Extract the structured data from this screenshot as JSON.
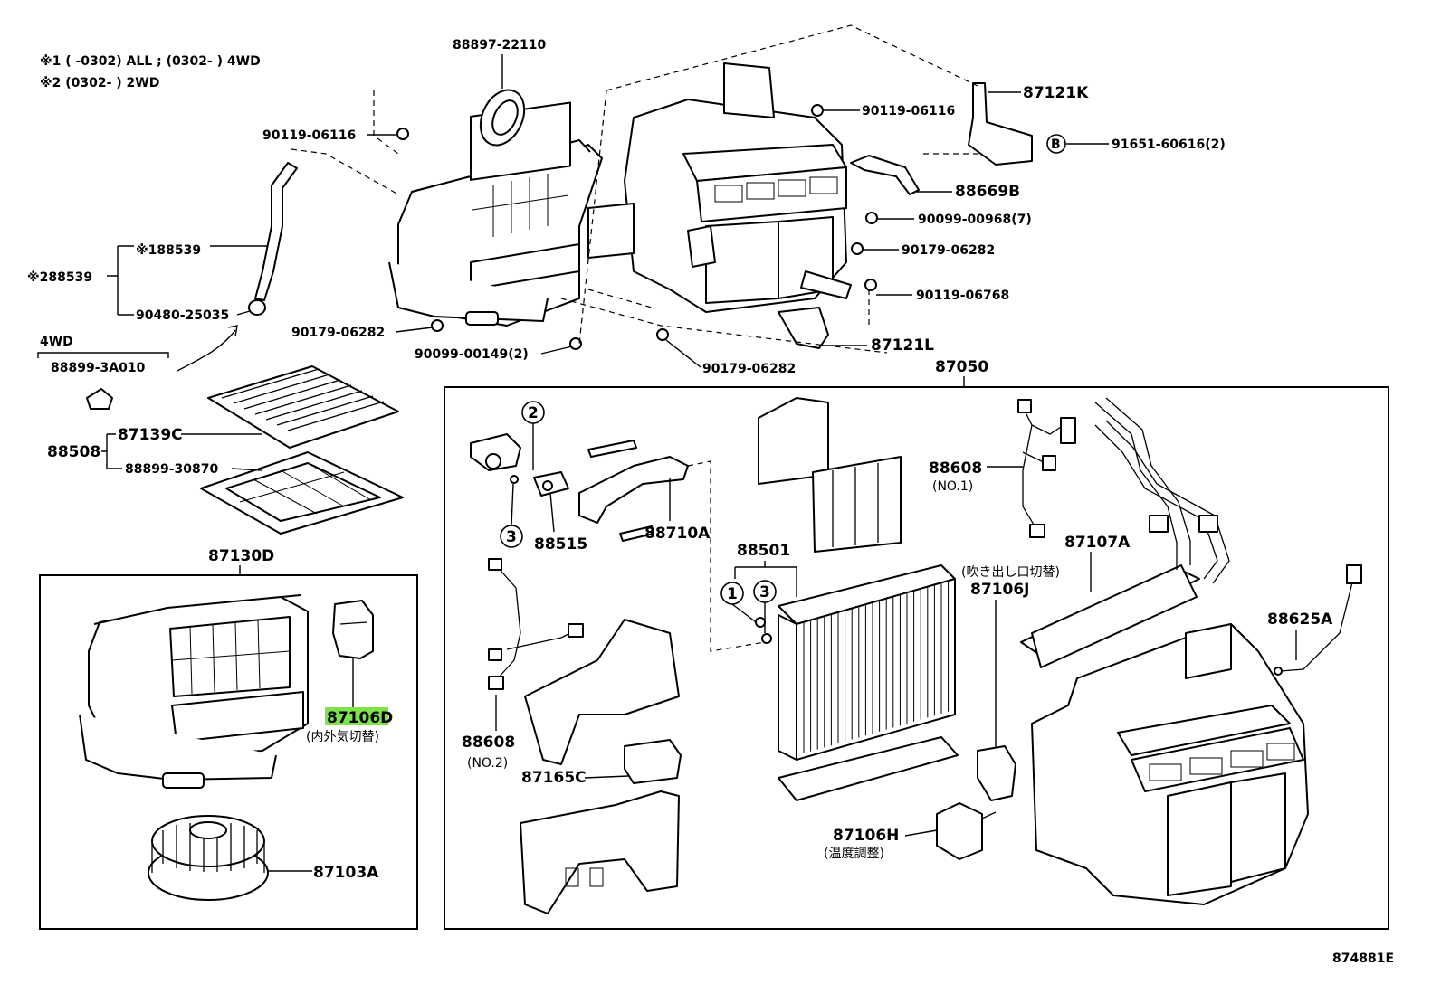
{
  "notes": {
    "note1": "※1 (     -0302) ALL ; (0302-      ) 4WD",
    "note2": "※2 (0302-       ) 2WD",
    "group_4wd": "4WD"
  },
  "labels": {
    "p88897_22110": "88897-22110",
    "p90119_06116_a": "90119-06116",
    "p90119_06116_b": "90119-06116",
    "p87121K": "87121K",
    "p91651_60616": "91651-60616(2)",
    "p88669B": "88669B",
    "p90099_00968": "90099-00968(7)",
    "p90179_06282_a": "90179-06282",
    "p90119_06768": "90119-06768",
    "p87121L": "87121L",
    "p90179_06282_b": "90179-06282",
    "p90099_00149": "90099-00149(2)",
    "p90179_06282_c": "90179-06282",
    "p88539_1": "※188539",
    "p88539_2": "※288539",
    "p90480_25035": "90480-25035",
    "p88899_3A010": "88899-3A010",
    "p87139C": "87139C",
    "p88508": "88508",
    "p88899_30870": "88899-30870",
    "p87130D": "87130D",
    "p87106D": "87106D",
    "p87106D_note": "(内外気切替)",
    "p87103A": "87103A",
    "p87050": "87050",
    "p88515": "88515",
    "p88710A": "88710A",
    "p88608_1": "88608",
    "p88608_1_note": "(NO.1)",
    "p88501": "88501",
    "p87107A": "87107A",
    "p87106J_note": "(吹き出し口切替)",
    "p87106J": "87106J",
    "p88625A": "88625A",
    "p88608_2": "88608",
    "p88608_2_note": "(NO.2)",
    "p87165C": "87165C",
    "p87106H": "87106H",
    "p87106H_note": "(温度調整)",
    "marker_B": "B",
    "ref_1": "1",
    "ref_2": "2",
    "ref_3a": "3",
    "ref_3b": "3",
    "diagram_id": "874881E"
  },
  "colors": {
    "highlight": "#7fe24a",
    "line": "#000000",
    "background": "#ffffff"
  }
}
